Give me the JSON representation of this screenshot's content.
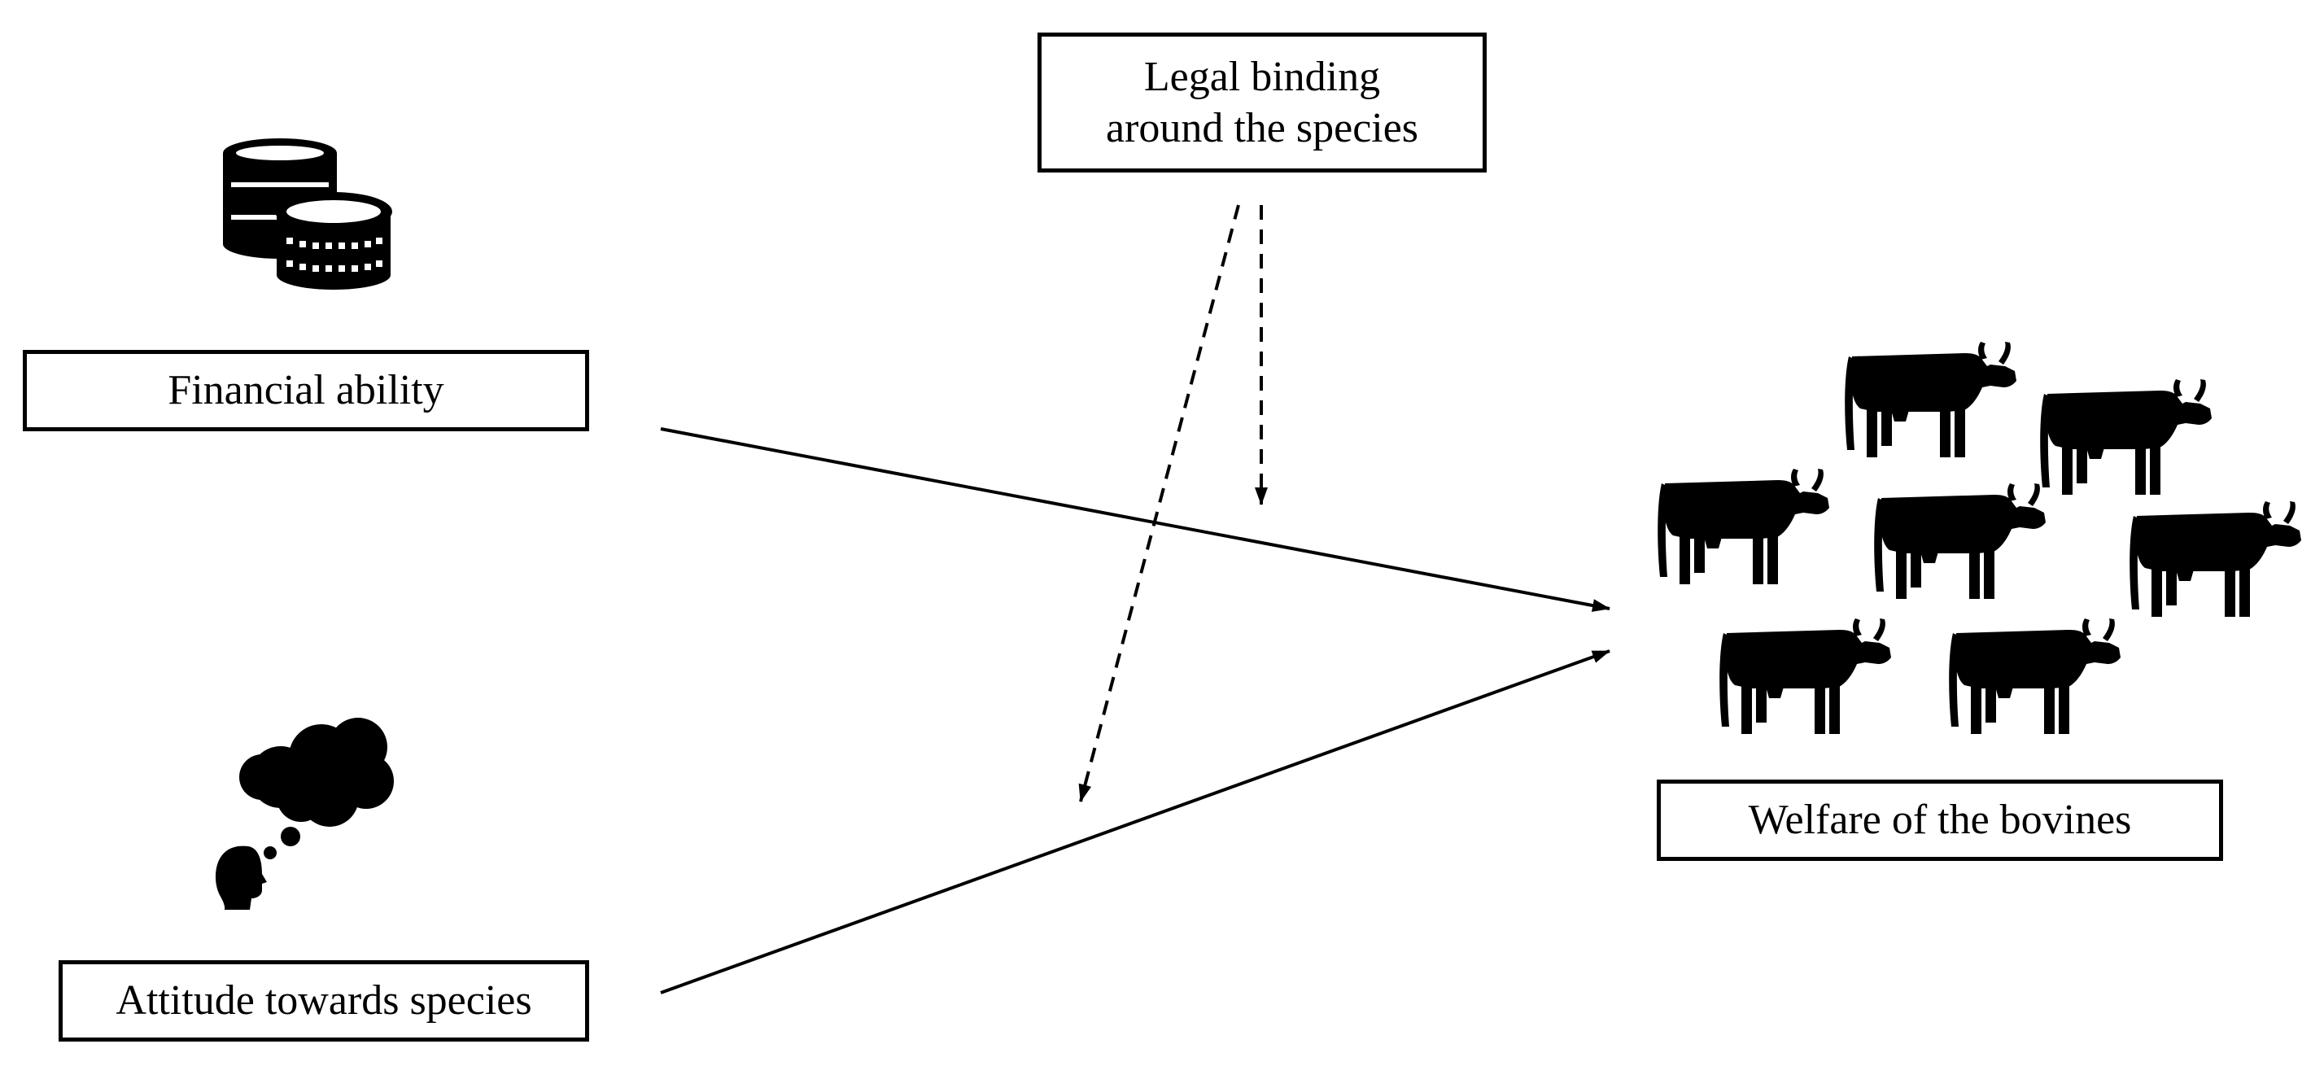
{
  "nodes": {
    "legal_binding": {
      "line1": "Legal binding",
      "line2": "around the species"
    },
    "financial_ability": "Financial ability",
    "attitude": "Attitude towards species",
    "welfare": "Welfare of the bovines"
  },
  "edges": [
    {
      "from": "financial_ability",
      "to": "welfare",
      "style": "solid"
    },
    {
      "from": "attitude",
      "to": "welfare",
      "style": "solid"
    },
    {
      "from": "legal_binding",
      "to": "financial_ability -> welfare",
      "style": "dashed"
    },
    {
      "from": "legal_binding",
      "to": "attitude -> welfare",
      "style": "dashed"
    }
  ],
  "icons": [
    "coins-icon",
    "thinking-head-icon",
    "cow-icon"
  ],
  "colors": {
    "ink": "#000000",
    "background": "#ffffff"
  }
}
